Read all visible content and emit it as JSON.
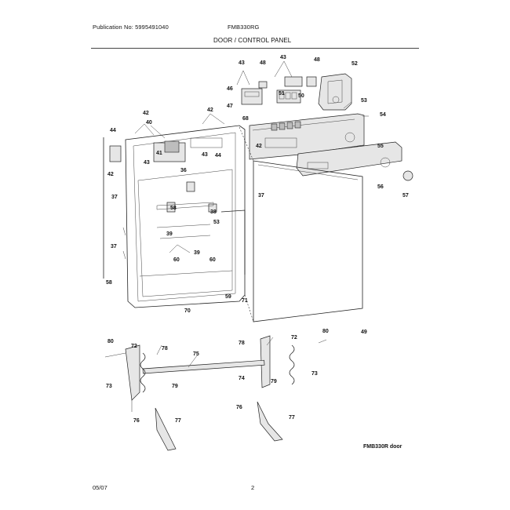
{
  "header": {
    "publication": "Publication No: 5995491040",
    "model": "FMB330RG",
    "section": "DOOR / CONTROL PANEL"
  },
  "footer": {
    "date": "05/07",
    "page": "2"
  },
  "caption": "FMB330R door",
  "callouts": [
    "43",
    "48",
    "43",
    "48",
    "52",
    "46",
    "51",
    "50",
    "53",
    "47",
    "42",
    "42",
    "68",
    "54",
    "44",
    "40",
    "42",
    "55",
    "43",
    "44",
    "43",
    "41",
    "36",
    "42",
    "56",
    "37",
    "37",
    "57",
    "58",
    "38",
    "39",
    "53",
    "37",
    "39",
    "60",
    "60",
    "59",
    "71",
    "58",
    "70",
    "49",
    "80",
    "72",
    "78",
    "72",
    "78",
    "80",
    "75",
    "73",
    "74",
    "73",
    "79",
    "79",
    "76",
    "76",
    "77",
    "77"
  ]
}
